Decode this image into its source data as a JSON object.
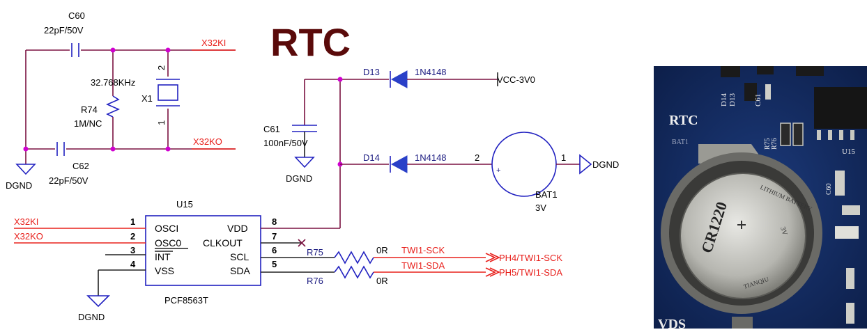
{
  "title": "RTC",
  "capacitors": {
    "c60": {
      "ref": "C60",
      "value": "22pF/50V"
    },
    "c62": {
      "ref": "C62",
      "value": "22pF/50V"
    },
    "c61": {
      "ref": "C61",
      "value": "100nF/50V"
    }
  },
  "crystal": {
    "freq": "32.768KHz",
    "ref": "X1",
    "pin_top": "2",
    "pin_bottom": "1"
  },
  "resistor_r74": {
    "ref": "R74",
    "value": "1M/NC"
  },
  "nets": {
    "x32ki": "X32KI",
    "x32ko": "X32KO",
    "vcc": "VCC-3V0",
    "dgnd": "DGND",
    "twi_sck": "TWI1-SCK",
    "twi_sda": "TWI1-SDA",
    "ph4": "PH4/TWI1-SCK",
    "ph5": "PH5/TWI1-SDA"
  },
  "diodes": {
    "d13": {
      "ref": "D13",
      "part": "1N4148"
    },
    "d14": {
      "ref": "D14",
      "part": "1N4148",
      "pin": "2"
    }
  },
  "battery": {
    "ref": "BAT1",
    "value": "3V",
    "pin": "1",
    "plus": "+"
  },
  "ic": {
    "ref": "U15",
    "part": "PCF8563T",
    "left_pins": [
      {
        "num": "1",
        "name": "OSCI"
      },
      {
        "num": "2",
        "name": "OSC0"
      },
      {
        "num": "3",
        "name": "INT"
      },
      {
        "num": "4",
        "name": "VSS"
      }
    ],
    "right_pins": [
      {
        "num": "8",
        "name": "VDD"
      },
      {
        "num": "7",
        "name": "CLKOUT"
      },
      {
        "num": "6",
        "name": "SCL"
      },
      {
        "num": "5",
        "name": "SDA"
      }
    ]
  },
  "pullups": {
    "r75": {
      "ref": "R75",
      "value": "0R"
    },
    "r76": {
      "ref": "R76",
      "value": "0R"
    }
  },
  "photo": {
    "rtc_label": "RTC",
    "bat_label": "BAT1",
    "u15_label": "U15",
    "c61_label": "C61",
    "d13_label": "D13",
    "d14_label": "D14",
    "r75_label": "R75",
    "r76_label": "R76",
    "c60_label": "C60",
    "cell_model": "CR1220",
    "cell_text": "LITHIUM BATTERY",
    "cell_brand": "TIANQIU",
    "cell_volt": "3V",
    "bottom_label": "VDS"
  }
}
